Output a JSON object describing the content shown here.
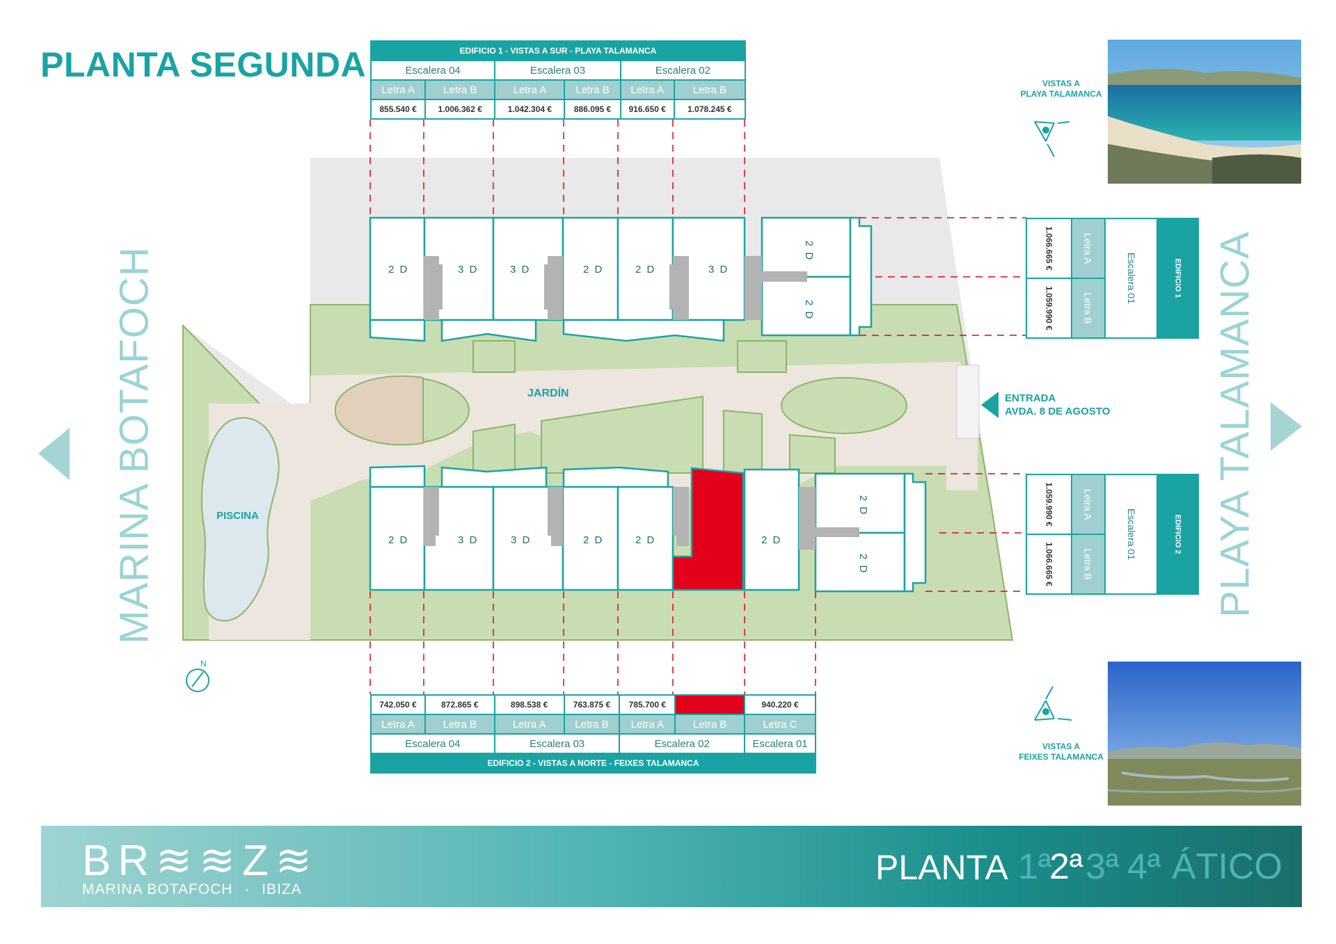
{
  "page": {
    "title": "PLANTA SEGUNDA",
    "left_label": "MARINA BOTAFOCH",
    "right_label": "PLAYA TALAMANCA"
  },
  "colors": {
    "accent": "#1aa3a3",
    "light_accent": "#9fd0cf",
    "sold": "#e2001a",
    "garden": "#c9ddb2",
    "paving": "#ece6df",
    "road": "#e9e9e9",
    "core": "#b3b3b3"
  },
  "top_table": {
    "header": "EDIFICIO 1 - VISTAS A SUR - PLAYA TALAMANCA",
    "stairs": [
      "Escalera 04",
      "Escalera 03",
      "Escalera 02"
    ],
    "letters": [
      "Letra A",
      "Letra B",
      "Letra A",
      "Letra B",
      "Letra A",
      "Letra B"
    ],
    "prices": [
      "855.540 €",
      "1.006.362 €",
      "1.042.304 €",
      "886.095 €",
      "916.650 €",
      "1.078.245 €"
    ]
  },
  "bottom_table": {
    "header": "EDIFICIO 2 - VISTAS A NORTE - FEIXES TALAMANCA",
    "stairs": [
      "Escalera 04",
      "Escalera 03",
      "Escalera 02",
      "Escalera 01"
    ],
    "letters": [
      "Letra A",
      "Letra B",
      "Letra A",
      "Letra B",
      "Letra A",
      "Letra B",
      "Letra C"
    ],
    "prices": [
      "742.050 €",
      "872.865 €",
      "898.538 €",
      "763.875 €",
      "785.700 €",
      "",
      "940.220 €"
    ]
  },
  "right_table_1": {
    "header": "EDIFICIO 1",
    "stair": "Escalera 01",
    "letters": [
      "Letra A",
      "Letra B"
    ],
    "prices": [
      "1.066.665 €",
      "1.059.990 €"
    ]
  },
  "right_table_2": {
    "header": "EDIFICIO 2",
    "stair": "Escalera 01",
    "letters": [
      "Letra A",
      "Letra B"
    ],
    "prices": [
      "1.059.990 €",
      "1.066.665 €"
    ]
  },
  "plan": {
    "garden_label": "JARDÍN",
    "pool_label": "PISCINA",
    "north": "N",
    "entrance_line1": "ENTRADA",
    "entrance_line2": "AVDA. 8 DE AGOSTO",
    "top_units": [
      "2 D",
      "3 D",
      "3 D",
      "2 D",
      "2 D",
      "3 D"
    ],
    "top_right_units": [
      "2 D",
      "2 D"
    ],
    "bottom_units": [
      "2 D",
      "3 D",
      "3 D",
      "2 D",
      "2 D",
      "",
      "2 D"
    ],
    "bottom_right_units": [
      "2 D",
      "2 D"
    ]
  },
  "views": {
    "top_line1": "VISTAS A",
    "top_line2": "PLAYA TALAMANCA",
    "bottom_line1": "VISTAS A",
    "bottom_line2": "FEIXES TALAMANCA"
  },
  "footer": {
    "brand": "BR≋≋Z≋",
    "sub_left": "MARINA BOTAFOCH",
    "sub_sep": "·",
    "sub_right": "IBIZA",
    "planta": "PLANTA",
    "levels": [
      "1ª",
      "2ª",
      "3ª",
      "4ª",
      "ÁTICO"
    ],
    "active_level": "2ª"
  }
}
